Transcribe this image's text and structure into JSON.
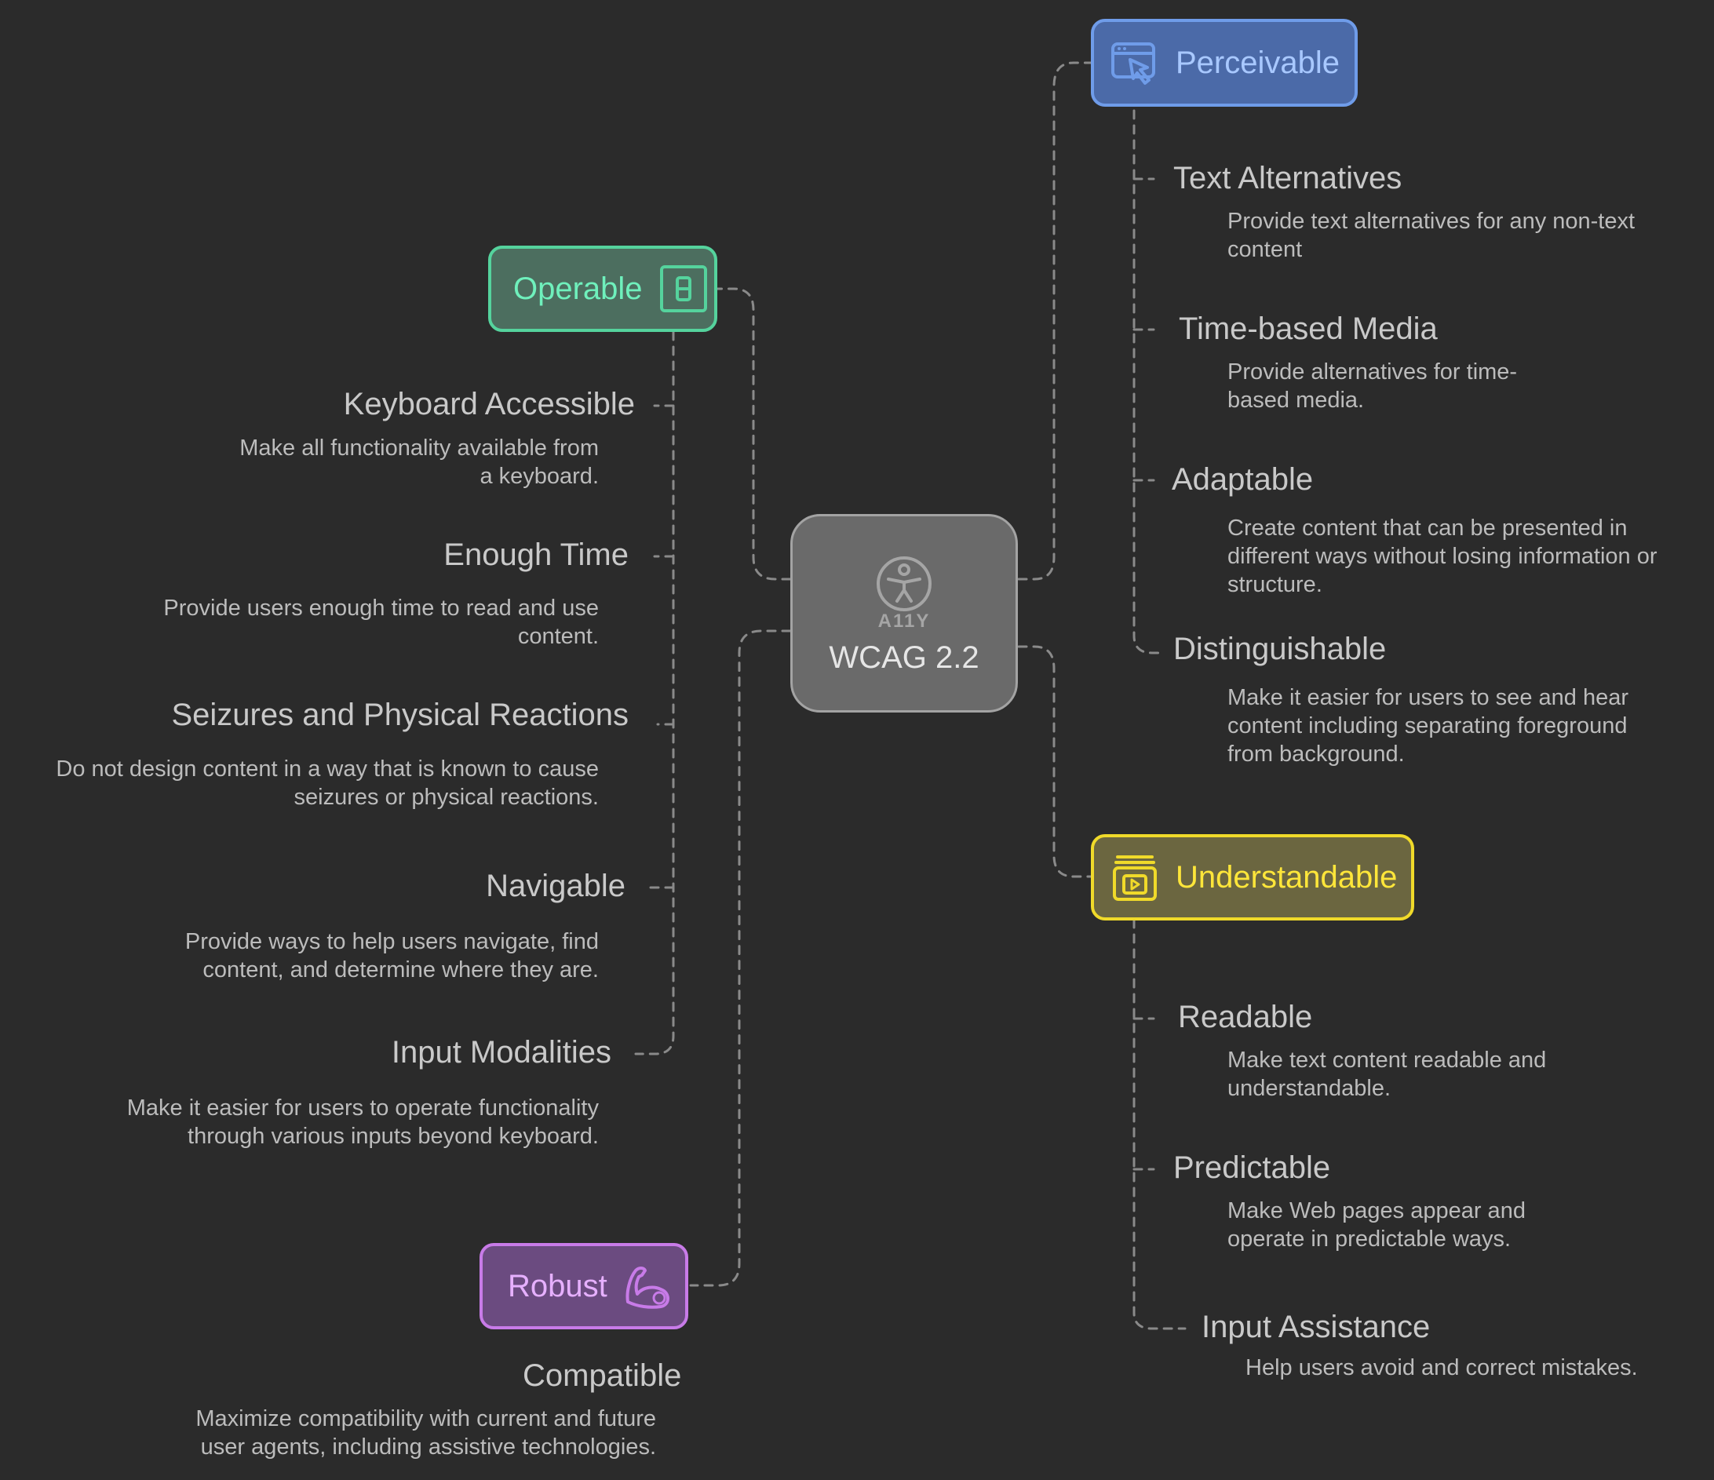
{
  "center": {
    "label": "WCAG 2.2",
    "badge": "A11Y",
    "icon": "accessibility-person-icon"
  },
  "colors": {
    "background": "#2b2b2b",
    "connector": "#8a8a8a",
    "perceivable": "#6f9ce9",
    "operable": "#55d39d",
    "understandable": "#f0da2a",
    "robust": "#c87be8"
  },
  "perceivable": {
    "label": "Perceivable",
    "icon": "window-cursor-icon",
    "items": [
      {
        "title": "Text Alternatives",
        "desc": "Provide text alternatives for any non-text content"
      },
      {
        "title": "Time-based Media",
        "desc": "Provide alternatives for time-based media."
      },
      {
        "title": "Adaptable",
        "desc": "Create content that can be presented in different ways without losing information or structure."
      },
      {
        "title": "Distinguishable",
        "desc": "Make it easier for users to see and hear content including separating foreground from background."
      }
    ]
  },
  "operable": {
    "label": "Operable",
    "icon": "device-icon",
    "items": [
      {
        "title": "Keyboard Accessible",
        "desc": "Make all functionality available from a keyboard."
      },
      {
        "title": "Enough Time",
        "desc": "Provide users enough time to read and use content."
      },
      {
        "title": "Seizures and Physical Reactions",
        "desc": "Do not design content in a way that is known to cause seizures or physical reactions."
      },
      {
        "title": "Navigable",
        "desc": "Provide ways to help users navigate, find content, and determine where they are."
      },
      {
        "title": "Input Modalities",
        "desc": "Make it easier for users to operate functionality through various inputs beyond keyboard."
      }
    ]
  },
  "understandable": {
    "label": "Understandable",
    "icon": "media-play-icon",
    "items": [
      {
        "title": "Readable",
        "desc": "Make text content readable and understandable."
      },
      {
        "title": "Predictable",
        "desc": "Make Web pages appear and operate in predictable ways."
      },
      {
        "title": "Input Assistance",
        "desc": "Help users avoid and correct mistakes."
      }
    ]
  },
  "robust": {
    "label": "Robust",
    "icon": "flexed-arm-icon",
    "items": [
      {
        "title": "Compatible",
        "desc": "Maximize compatibility with current and future user agents, including assistive technologies."
      }
    ]
  }
}
